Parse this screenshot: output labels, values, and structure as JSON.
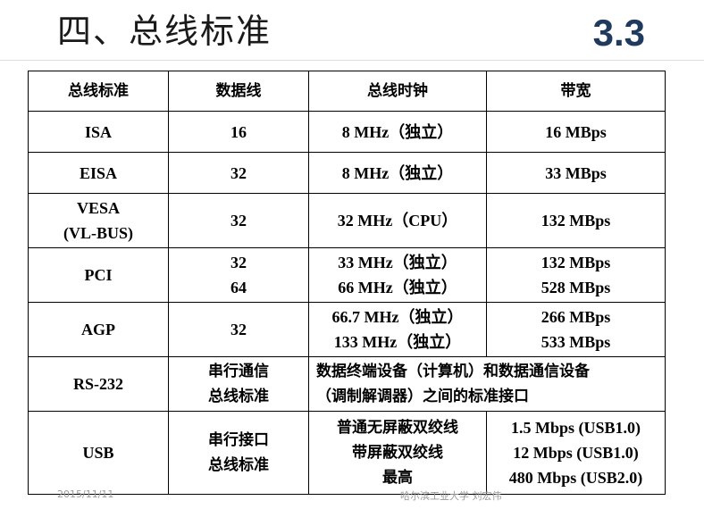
{
  "slide": {
    "title": "四、总线标准",
    "section_number": "3.3"
  },
  "table": {
    "headers": [
      "总线标准",
      "数据线",
      "总线时钟",
      "带宽"
    ],
    "rows": [
      {
        "standard": [
          "ISA"
        ],
        "data_lines": [
          "16"
        ],
        "clock": [
          "8 MHz（独立）"
        ],
        "bandwidth": [
          "16 MBps"
        ]
      },
      {
        "standard": [
          "EISA"
        ],
        "data_lines": [
          "32"
        ],
        "clock": [
          "8 MHz（独立）"
        ],
        "bandwidth": [
          "33 MBps"
        ]
      },
      {
        "standard": [
          "VESA",
          "(VL-BUS)"
        ],
        "data_lines": [
          "32"
        ],
        "clock": [
          "32 MHz（CPU）"
        ],
        "bandwidth": [
          "132 MBps"
        ]
      },
      {
        "standard": [
          "PCI"
        ],
        "data_lines": [
          "32",
          "64"
        ],
        "clock": [
          "33 MHz（独立）",
          "66 MHz（独立）"
        ],
        "bandwidth": [
          "132 MBps",
          "528 MBps"
        ]
      },
      {
        "standard": [
          "AGP"
        ],
        "data_lines": [
          "32"
        ],
        "clock": [
          "66.7 MHz（独立）",
          "133 MHz（独立）"
        ],
        "bandwidth": [
          "266 MBps",
          "533 MBps"
        ]
      },
      {
        "standard": [
          "RS-232"
        ],
        "data_lines": [
          "串行通信",
          "总线标准"
        ],
        "span_text": [
          "数据终端设备（计算机）和数据通信设备",
          "（调制解调器）之间的标准接口"
        ]
      },
      {
        "standard": [
          "USB"
        ],
        "data_lines": [
          "串行接口",
          "总线标准"
        ],
        "clock": [
          "普通无屏蔽双绞线",
          "带屏蔽双绞线",
          "最高"
        ],
        "bandwidth": [
          "1.5 Mbps (USB1.0)",
          "12 Mbps (USB1.0)",
          "480 Mbps (USB2.0)"
        ]
      }
    ]
  },
  "footer": {
    "date": "2015/11/11",
    "org": "哈尔滨工业大学  刘宏伟"
  }
}
